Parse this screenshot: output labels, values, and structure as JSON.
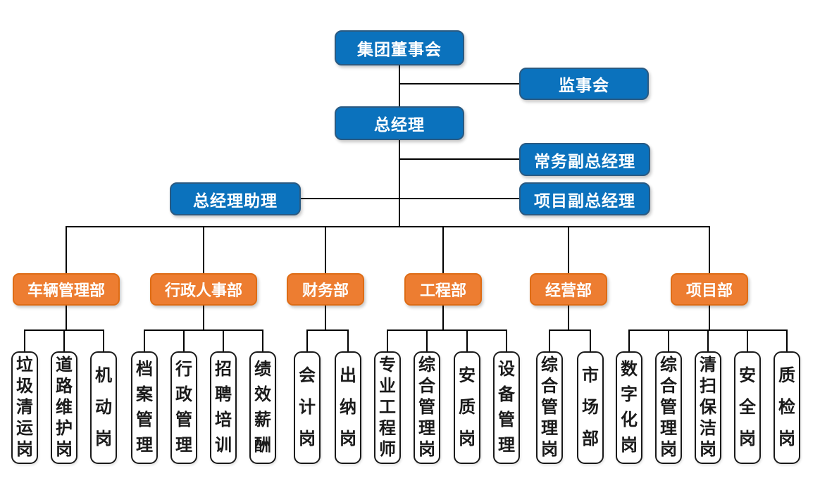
{
  "executives": {
    "board": "集团董事会",
    "supervisory_board": "监事会",
    "general_manager": "总经理",
    "executive_deputy_gm": "常务副总经理",
    "gm_assistant": "总经理助理",
    "project_deputy_gm": "项目副总经理"
  },
  "departments": [
    {
      "label": "车辆管理部",
      "positions": [
        "垃圾清运岗",
        "道路维护岗",
        "机动岗"
      ]
    },
    {
      "label": "行政人事部",
      "positions": [
        "档案管理",
        "行政管理",
        "招聘培训",
        "绩效薪酬"
      ]
    },
    {
      "label": "财务部",
      "positions": [
        "会计岗",
        "出纳岗"
      ]
    },
    {
      "label": "工程部",
      "positions": [
        "专业工程师",
        "综合管理岗",
        "安质岗",
        "设备管理"
      ]
    },
    {
      "label": "经营部",
      "positions": [
        "综合管理岗",
        "市场部"
      ]
    },
    {
      "label": "项目部",
      "positions": [
        "数字化岗",
        "综合管理岗",
        "清扫保洁岗",
        "安全岗",
        "质检岗"
      ]
    }
  ],
  "colors": {
    "executive_fill": "#0B72BD",
    "executive_border": "#2A5A82",
    "department_fill": "#ED7D31",
    "department_border": "#DE6C15",
    "position_fill": "#FFFFFF",
    "position_border": "#1A1A1A",
    "connector": "#000000",
    "text_light": "#FFFFFF",
    "text_dark": "#1A1A1A",
    "background": "#FFFFFF"
  }
}
